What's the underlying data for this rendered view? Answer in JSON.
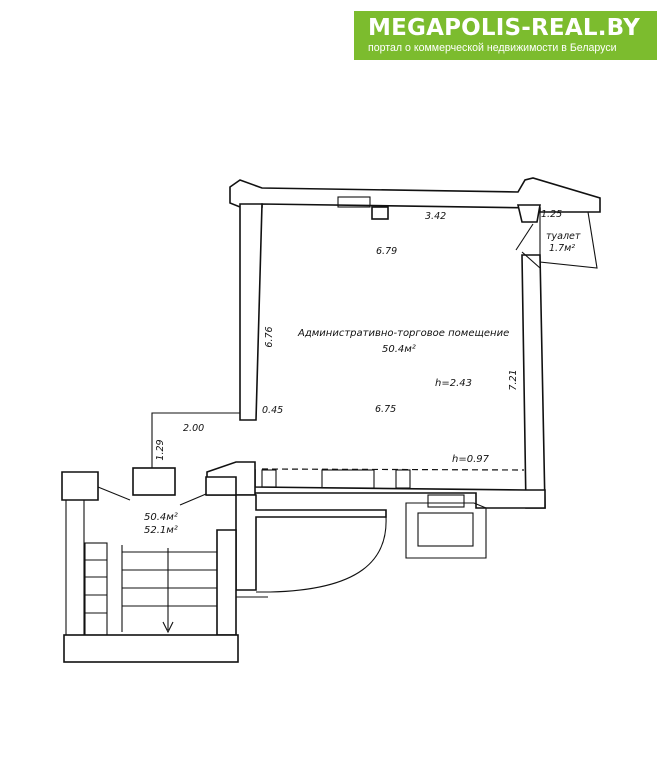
{
  "logo": {
    "brand": "MEGAPOLIS-REAL.BY",
    "tagline": "портал о коммерческой недвижимости в Беларуси",
    "color": "#7cbc2e"
  },
  "plan": {
    "room_name": "Административно-торговое помещение",
    "room_area": "50.4м²",
    "ceiling_height": "h=2.43",
    "sill_height": "h=0.97",
    "toilet_name": "туалет",
    "toilet_area": "1.7м²",
    "total_area_1": "50.4м²",
    "total_area_2": "52.1м²",
    "dim_top": "3.42",
    "dim_toilet": "1.25",
    "dim_width_top": "6.79",
    "dim_width_bottom": "6.75",
    "dim_left": "6.76",
    "dim_right": "7.21",
    "dim_step": "0.45",
    "dim_corridor": "2.00",
    "dim_small": "1.29"
  }
}
